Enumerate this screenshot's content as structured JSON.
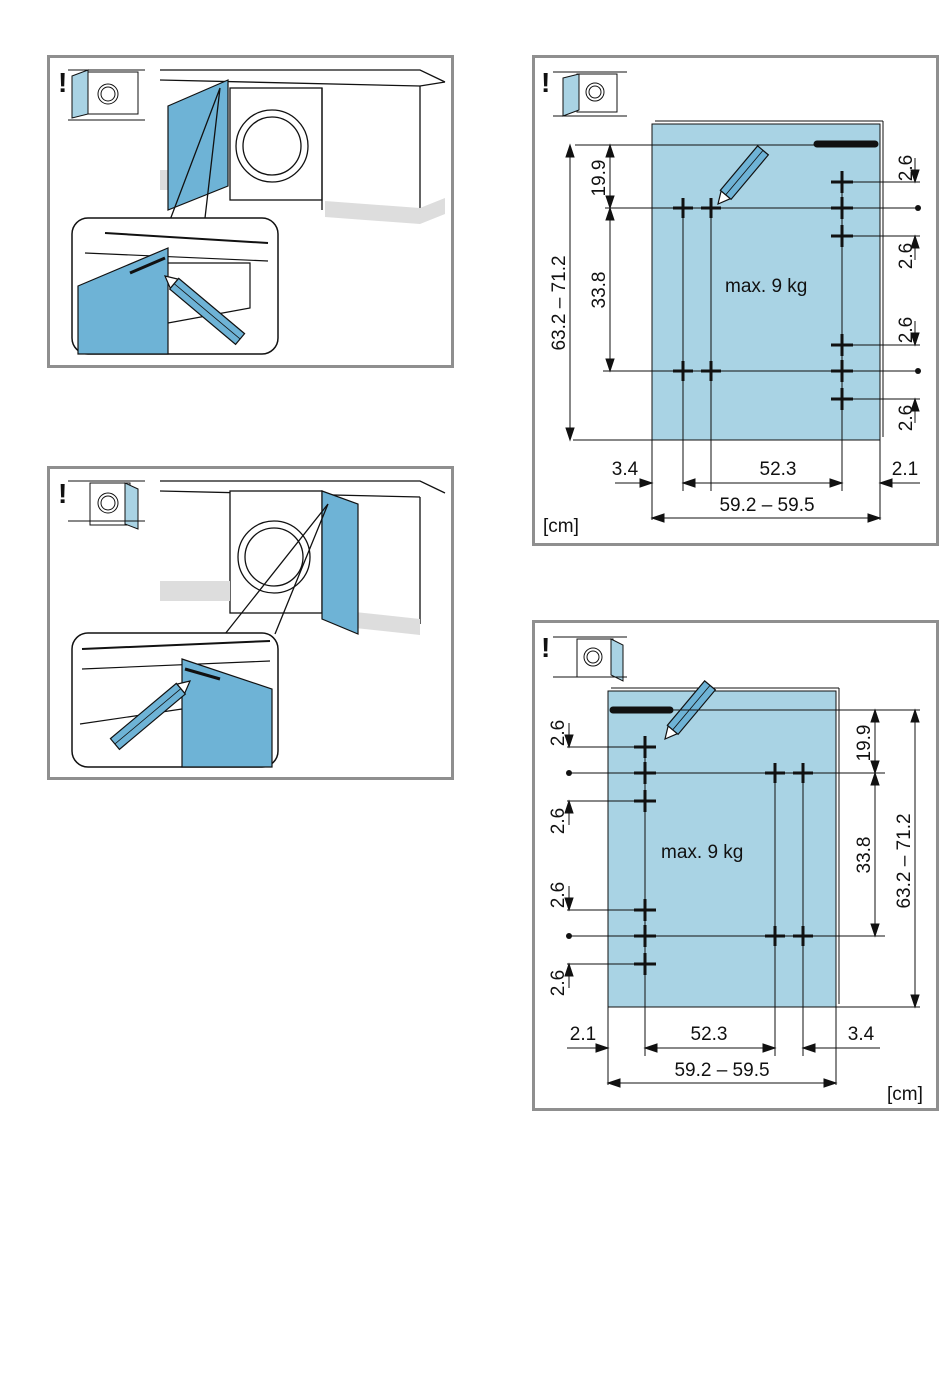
{
  "colors": {
    "panel": "#a9d3e4",
    "panel_dark": "#6eb3d6",
    "frame": "#8f8f8f",
    "line": "#111111"
  },
  "icons": {
    "warning": "exclamation-mark",
    "tool": "pencil-icon"
  },
  "panels": [
    {
      "label": "!",
      "side": "left"
    },
    {
      "label": "!",
      "side": "right"
    },
    {
      "label": "!",
      "side": "left",
      "unit": "[cm]",
      "load": "max. 9 kg",
      "dims": {
        "height": "63.2 – 71.2",
        "top": "19.9",
        "spacing": "33.8",
        "gap_top_a": "2.6",
        "gap_top_b": "2.6",
        "gap_bot_a": "2.6",
        "gap_bot_b": "2.6",
        "left_offset": "3.4",
        "hinge_span": "52.3",
        "right_offset": "2.1",
        "width": "59.2 – 59.5"
      }
    },
    {
      "label": "!",
      "side": "right",
      "unit": "[cm]",
      "load": "max. 9 kg",
      "dims": {
        "height": "63.2 – 71.2",
        "top": "19.9",
        "spacing": "33.8",
        "gap_top_a": "2.6",
        "gap_top_b": "2.6",
        "gap_bot_a": "2.6",
        "gap_bot_b": "2.6",
        "left_offset": "2.1",
        "hinge_span": "52.3",
        "right_offset": "3.4",
        "width": "59.2 – 59.5"
      }
    }
  ]
}
